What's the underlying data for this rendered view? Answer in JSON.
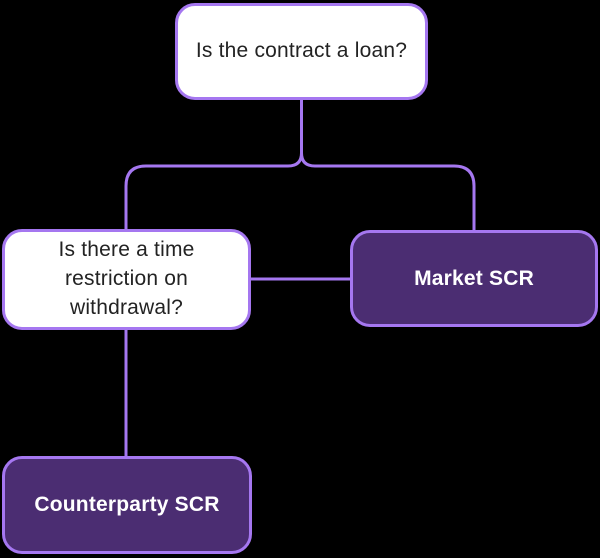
{
  "diagram": {
    "type": "flowchart",
    "background_color": "#000000",
    "accent_color": "#a577f0",
    "dark_node_fill": "#4b2d72",
    "light_node_fill": "#ffffff",
    "dark_text_color": "#232323",
    "light_text_color": "#ffffff",
    "nodes": {
      "q_loan": {
        "label": "Is the contract a loan?",
        "kind": "question"
      },
      "q_time": {
        "label": "Is there a time restriction on withdrawal?",
        "kind": "question"
      },
      "market": {
        "label": "Market SCR",
        "kind": "result"
      },
      "counterparty": {
        "label": "Counterparty SCR",
        "kind": "result"
      }
    },
    "edges": [
      {
        "from": "q_loan",
        "to": "q_time"
      },
      {
        "from": "q_loan",
        "to": "market"
      },
      {
        "from": "q_time",
        "to": "market"
      },
      {
        "from": "q_time",
        "to": "counterparty"
      }
    ]
  }
}
